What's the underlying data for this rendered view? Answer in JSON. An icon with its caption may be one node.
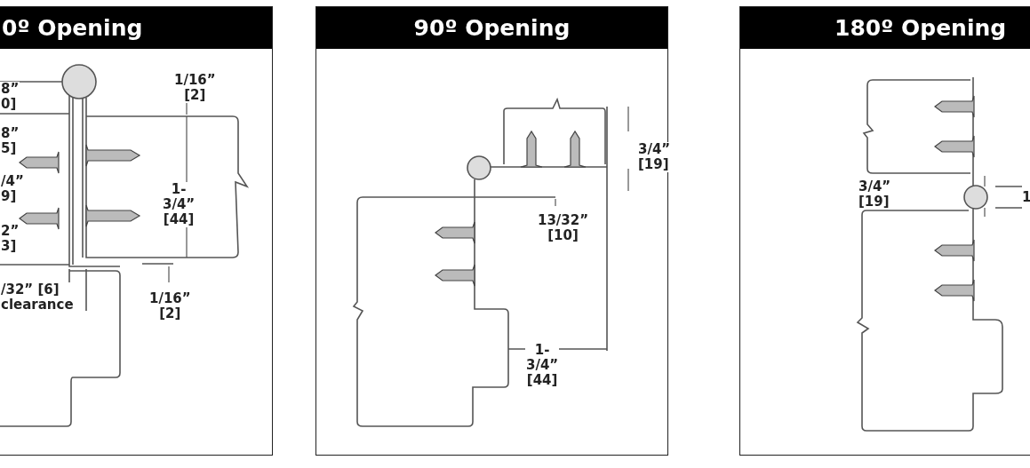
{
  "diagram": {
    "nodes": [
      {
        "text": [
          "0º Opening"
        ]
      },
      {
        "text": [
          "90º Opening"
        ]
      },
      {
        "text": [
          "180º Opening"
        ]
      }
    ],
    "labels": [
      "1/16” [2]",
      "8” 0]",
      "8” 5]",
      "/4” 9]",
      "2” 3]",
      "1-3/4” [44]",
      "/32” [6] clearance",
      "1/16” [2]",
      "3/4” [19]",
      "13/32” [10]",
      "1-3/4” [44]",
      "3/4” [19]",
      "1"
    ]
  }
}
